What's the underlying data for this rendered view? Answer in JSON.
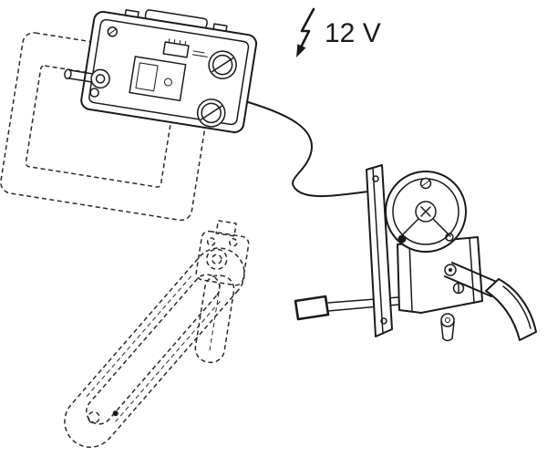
{
  "diagram": {
    "voltage_label": "12 V",
    "icons": {
      "lightning_bolt": "down-left lightning arrow indicating electrical supply"
    },
    "components": {
      "flush_plate_frame": "dashed mounting frame with inner opening",
      "control_unit": "electronic flush control plate with two rotary knobs and side axle",
      "cable": "connection cable from control plate to actuator",
      "actuator_unit": "motor actuator with mounting plate, round drive, lever and paddle",
      "cable_connector": "plug connector on stick at actuator left",
      "support_arm": "dashed fold-up support rail with wall bracket"
    },
    "colors": {
      "line": "#1a1a1a",
      "dashed_line": "#2a2a2a",
      "background": "#ffffff"
    }
  }
}
